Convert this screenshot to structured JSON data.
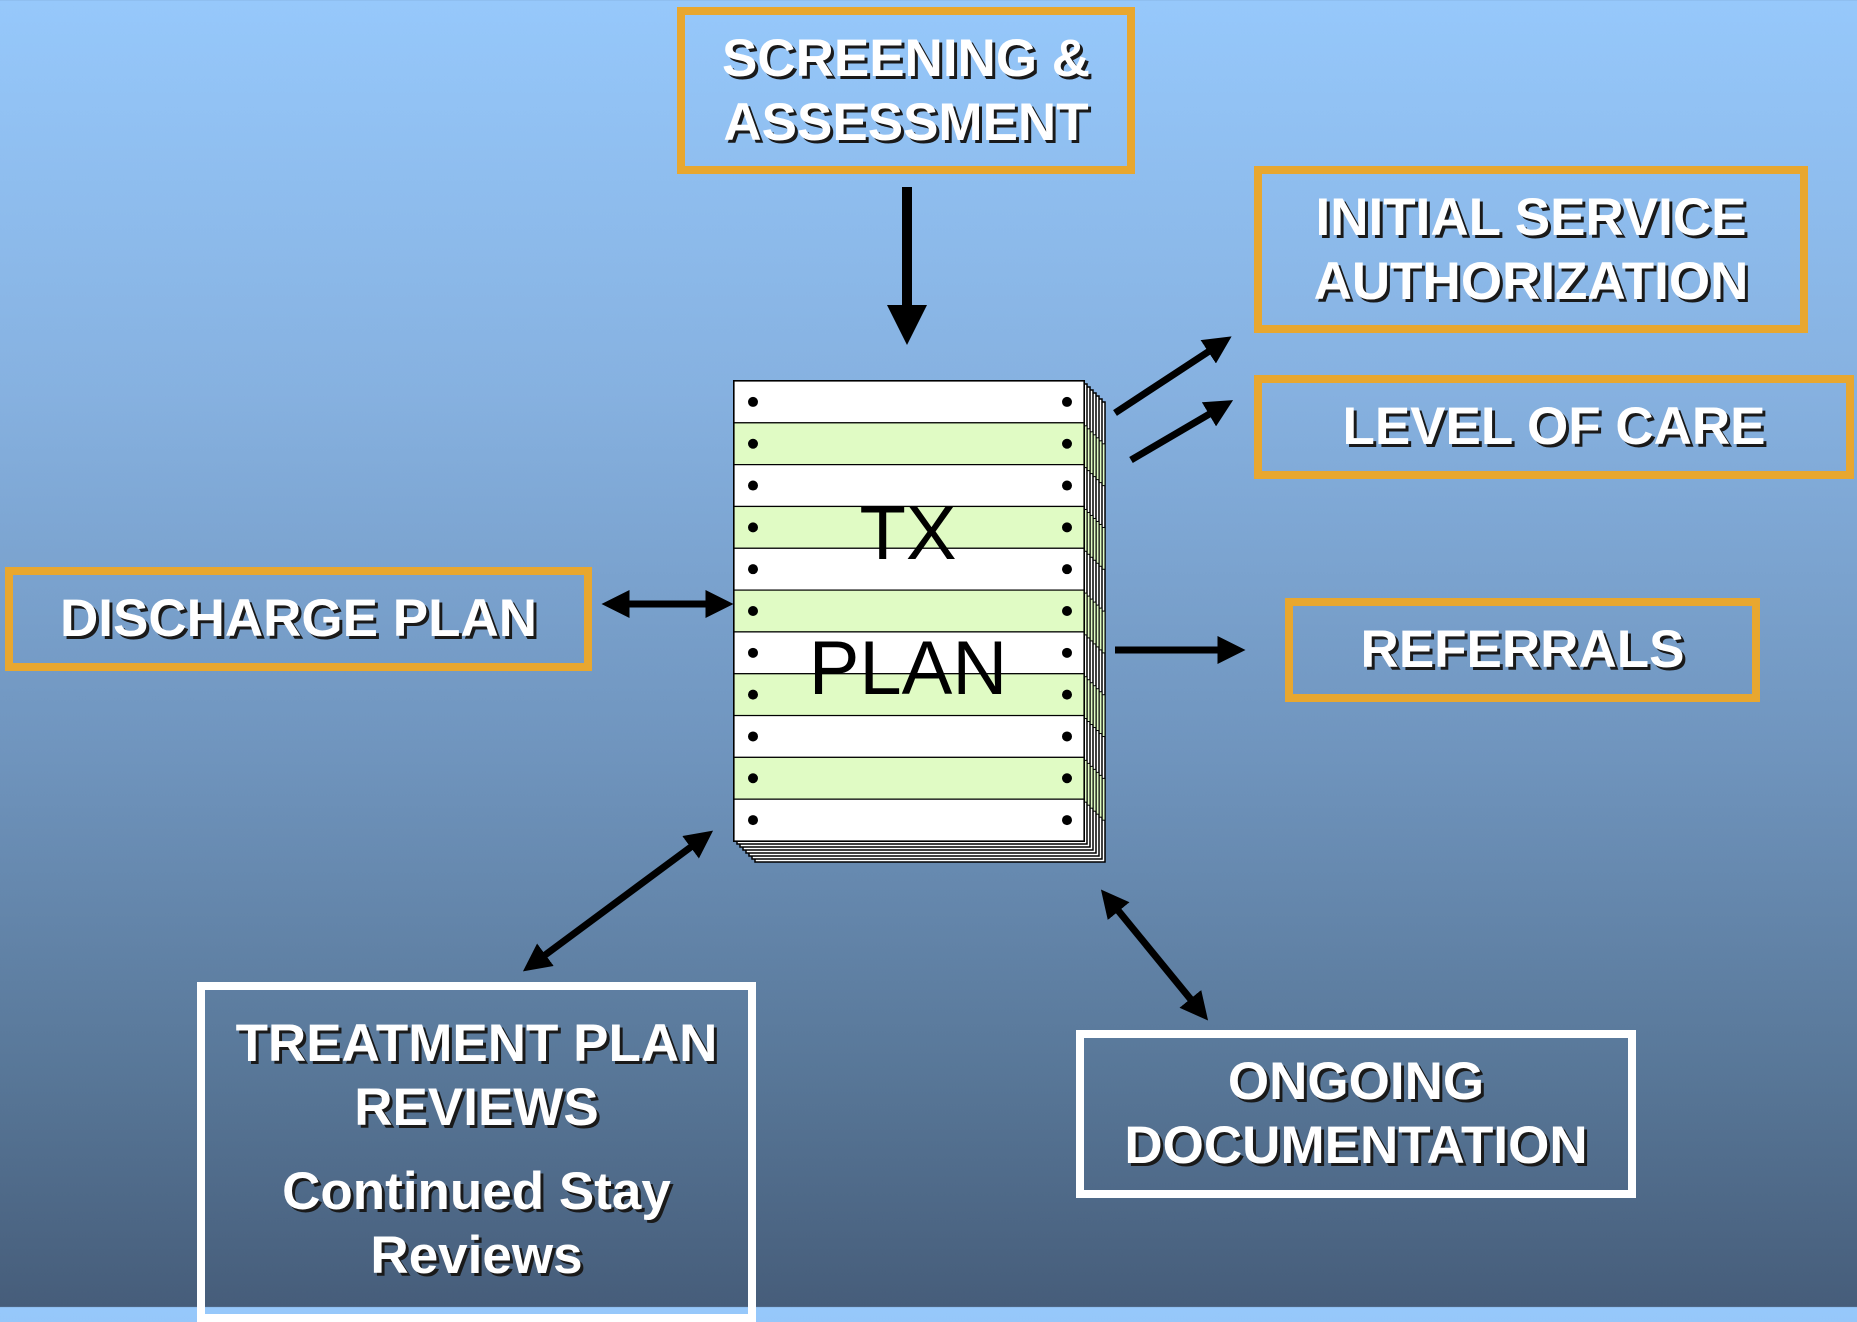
{
  "boxes": {
    "screening": [
      "SCREENING &",
      "ASSESSMENT"
    ],
    "initial_service": [
      "INITIAL SERVICE",
      "AUTHORIZATION"
    ],
    "level_of_care": "LEVEL OF CARE",
    "discharge_plan": "DISCHARGE PLAN",
    "referrals": "REFERRALS",
    "treatment_plan_reviews": [
      "TREATMENT PLAN",
      "REVIEWS"
    ],
    "continued_stay": [
      "Continued Stay",
      "Reviews"
    ],
    "ongoing_documentation": [
      "ONGOING",
      "DOCUMENTATION"
    ]
  },
  "document": {
    "line1": "TX",
    "line2": "PLAN"
  },
  "colors": {
    "accent_orange": "#e8a72f",
    "box_white": "#ffffff",
    "stripe_green": "#e0fbc4",
    "background_top": "#96c8fb",
    "background_bottom": "#465d7a"
  }
}
